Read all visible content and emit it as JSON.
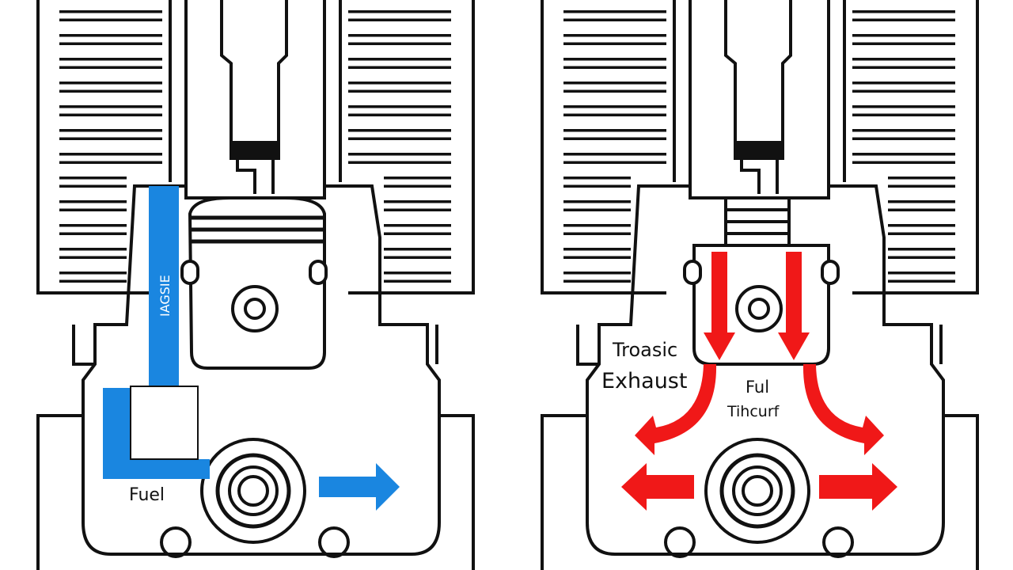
{
  "left_diagram": {
    "vertical_label": "IAGSIE",
    "fuel_label": "Fuel",
    "flow_color": "#1a86e0"
  },
  "right_diagram": {
    "label_top": "Troasic",
    "label_exhaust": "Exhaust",
    "label_ful": "Ful",
    "label_tihcurf": "Tihcurf",
    "flow_color": "#f01818"
  }
}
